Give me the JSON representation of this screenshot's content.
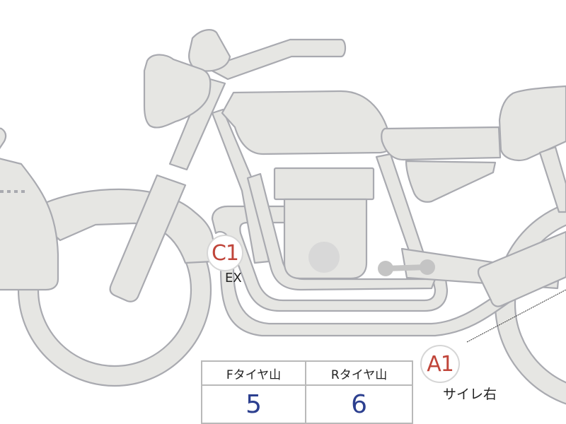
{
  "colors": {
    "part_fill": "#e6e6e3",
    "part_stroke": "#a9aab0",
    "marker_text": "#c0453a",
    "marker_ring": "#d6d6d6",
    "value_text": "#2c3f8f",
    "label_text": "#222222",
    "table_border": "#b9b9b9"
  },
  "markers": [
    {
      "id": "C1",
      "code": "C1",
      "label": "EX",
      "meaning": "exhaust"
    },
    {
      "id": "A1",
      "code": "A1",
      "label": "サイレ右",
      "meaning": "silencer right"
    }
  ],
  "tire_table": {
    "headers": [
      "Fタイヤ山",
      "Rタイヤ山"
    ],
    "values": [
      "5",
      "6"
    ]
  }
}
